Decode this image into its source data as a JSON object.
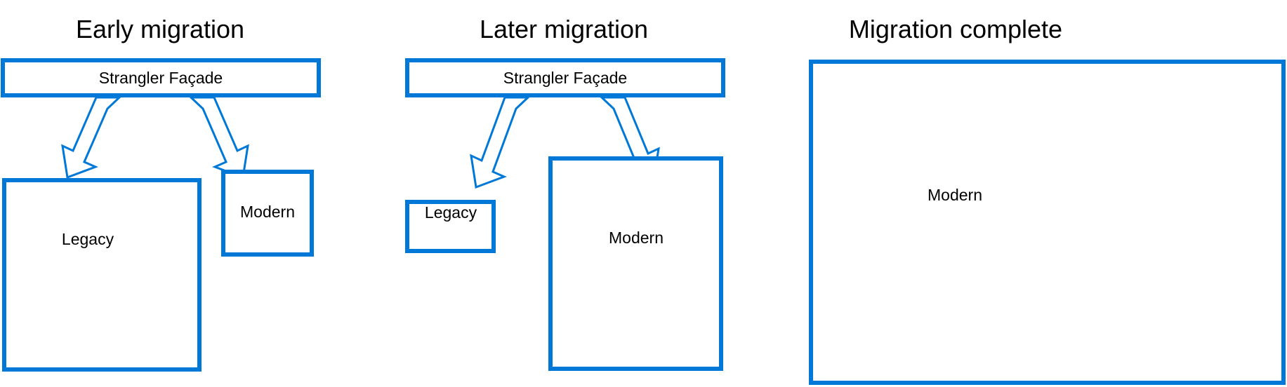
{
  "diagram": {
    "title_text_color": "#000000",
    "accent_color": "#0078D7",
    "background_color": "#FFFFFF",
    "panels": [
      {
        "id": "early-migration",
        "title": "Early migration",
        "facade": {
          "label": "Strangler Façade"
        },
        "nodes": [
          {
            "id": "legacy",
            "label": "Legacy"
          },
          {
            "id": "modern",
            "label": "Modern"
          }
        ],
        "arrows": [
          {
            "from": "facade",
            "to": "legacy"
          },
          {
            "from": "facade",
            "to": "modern"
          }
        ]
      },
      {
        "id": "later-migration",
        "title": "Later migration",
        "facade": {
          "label": "Strangler Façade"
        },
        "nodes": [
          {
            "id": "legacy",
            "label": "Legacy"
          },
          {
            "id": "modern",
            "label": "Modern"
          }
        ],
        "arrows": [
          {
            "from": "facade",
            "to": "legacy"
          },
          {
            "from": "facade",
            "to": "modern"
          }
        ]
      },
      {
        "id": "migration-complete",
        "title": "Migration complete",
        "facade": null,
        "nodes": [
          {
            "id": "modern",
            "label": "Modern"
          }
        ],
        "arrows": []
      }
    ]
  }
}
